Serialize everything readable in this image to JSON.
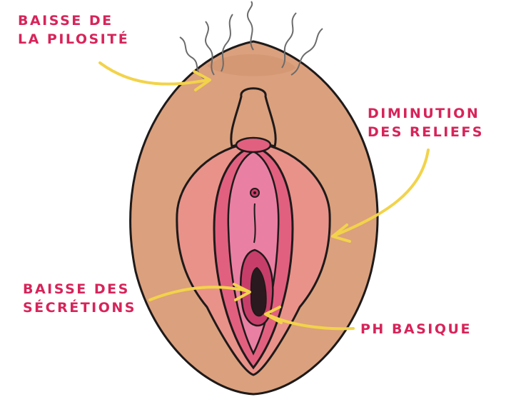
{
  "colors": {
    "label_text": "#d7245a",
    "arrow": "#f2d34a",
    "skin": "#dba07d",
    "skin_dark": "#c98a66",
    "outline": "#1e1a1a",
    "labia_outer": "#e99289",
    "labia_inner": "#e2607f",
    "inner_pink": "#ea7fa4",
    "vestibule": "#c83e6a",
    "opening": "#2a1a1f",
    "hair": "#6b6b6b"
  },
  "labels": {
    "pilosite": [
      "BAISSE DE",
      "LA PILOSITÉ"
    ],
    "reliefs": [
      "DIMINUTION",
      "DES RELIEFS"
    ],
    "secretions": [
      "BAISSE DES",
      "SÉCRÉTIONS"
    ],
    "ph": [
      "PH BASIQUE"
    ]
  },
  "icons": {
    "arrows": "curved-arrow-icon",
    "hair": "hair-strand-icon"
  }
}
